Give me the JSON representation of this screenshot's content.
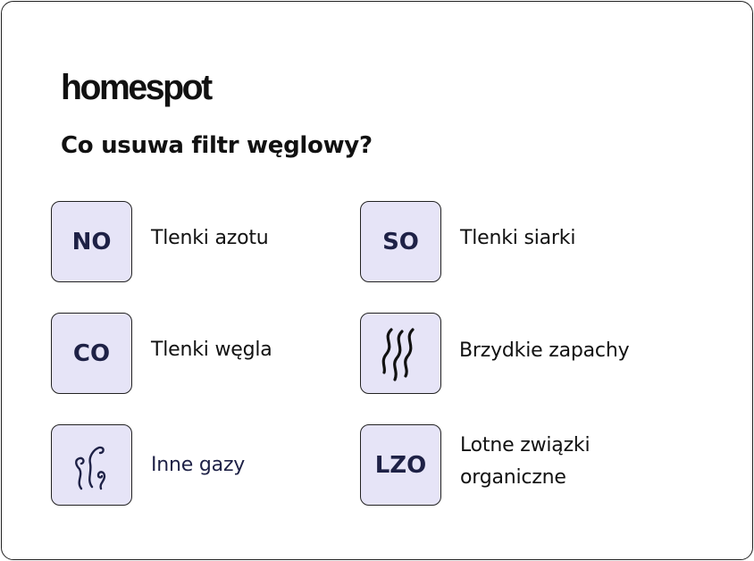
{
  "brand": {
    "logo": "homespot"
  },
  "title": "Co usuwa filtr węglowy?",
  "items": [
    {
      "badge": "NO",
      "label": "Tlenki azotu"
    },
    {
      "badge": "SO",
      "label": "Tlenki siarki"
    },
    {
      "badge": "CO",
      "label": "Tlenki węgla"
    },
    {
      "icon": "smell-waves-icon",
      "label": "Brzydkie zapachy"
    },
    {
      "icon": "gas-swirls-icon",
      "label": "Inne gazy"
    },
    {
      "badge": "LZO",
      "label": "Lotne związki organiczne",
      "label_line1": "Lotne związki",
      "label_line2": "organiczne"
    }
  ],
  "colors": {
    "box_fill": "#e6e4f7",
    "badge_text": "#1e2146"
  }
}
